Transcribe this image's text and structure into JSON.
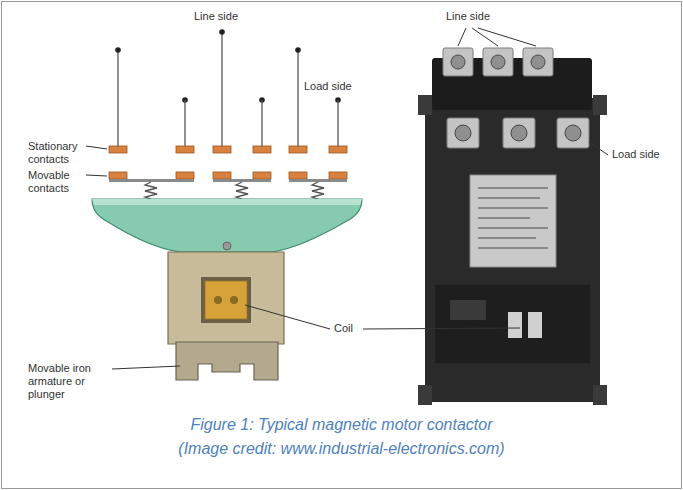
{
  "diagram": {
    "caption": "Figure 1: Typical magnetic motor contactor (Image credit: www.industrial-electronics.com)",
    "labels": [
      "Line side",
      "Load side",
      "Stationary contacts",
      "Movable contacts",
      "Coil",
      "Movable iron armature or plunger",
      "Line side",
      "Load side"
    ]
  }
}
